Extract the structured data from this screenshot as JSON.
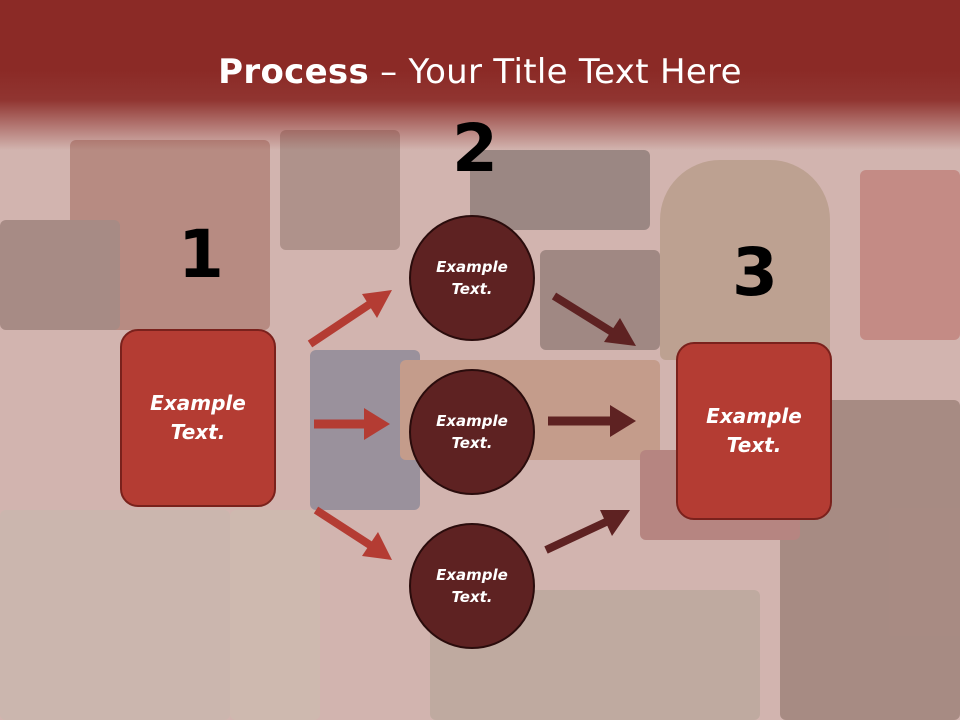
{
  "title": {
    "bold": "Process",
    "rest": " – Your Title Text Here"
  },
  "steps": [
    {
      "number": "1",
      "box_text": "Example Text."
    },
    {
      "number": "2"
    },
    {
      "number": "3",
      "box_text": "Example Text."
    }
  ],
  "circles": [
    {
      "text": "Example Text."
    },
    {
      "text": "Example Text."
    },
    {
      "text": "Example Text."
    }
  ],
  "colors": {
    "header": "#8b2a26",
    "box_fill": "#b43c33",
    "circle_fill": "#5e2222",
    "arrow_left": "#b43c33",
    "arrow_right": "#5e2222"
  }
}
